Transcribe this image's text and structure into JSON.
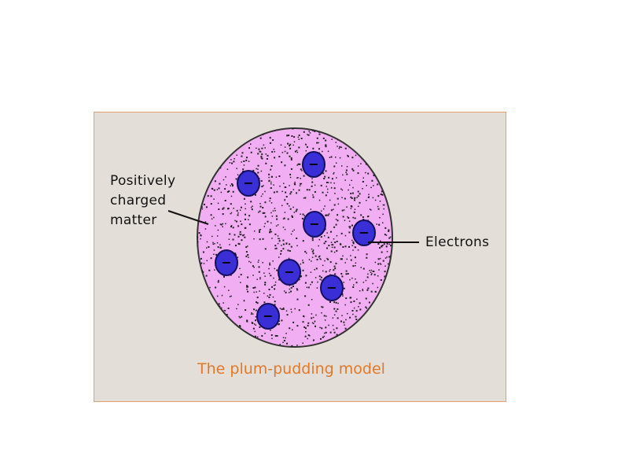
{
  "labels": {
    "positive_line1": "Positively",
    "positive_line2": "charged",
    "positive_line3": "matter",
    "electrons": "Electrons",
    "caption": "The plum-pudding model"
  },
  "colors": {
    "background": "#ffffff",
    "panel": "#e4ded9",
    "panel_border": "#e9a070",
    "sphere_fill": "#f2aef2",
    "sphere_stroke": "#333333",
    "speckle": "#222222",
    "electron_fill": "#3a2fd6",
    "electron_stroke": "#12105a",
    "caption": "#e07a2a",
    "label_text": "#111111"
  },
  "electron_symbol": "−",
  "electron_count": 8
}
